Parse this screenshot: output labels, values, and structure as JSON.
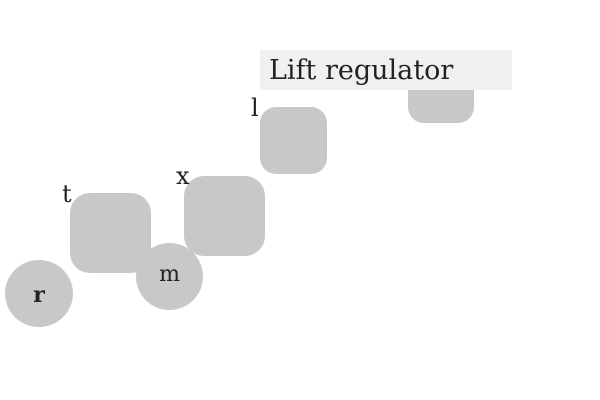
{
  "title": {
    "text": "Lift regulator"
  },
  "nodes": [
    {
      "id": "r",
      "label": "r"
    },
    {
      "id": "t",
      "label": "t"
    },
    {
      "id": "m",
      "label": "m"
    },
    {
      "id": "x",
      "label": "x"
    },
    {
      "id": "l",
      "label": "l"
    }
  ],
  "colors": {
    "shape_fill": "#c8c8c8",
    "title_bar_fill": "#f0f0f0",
    "text": "#222222",
    "background": "#ffffff"
  }
}
